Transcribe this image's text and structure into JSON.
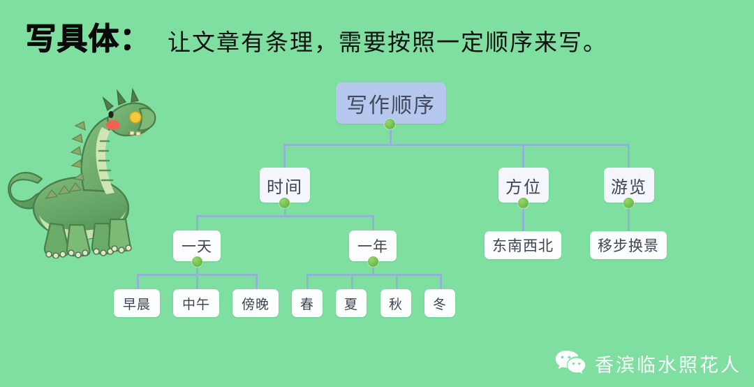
{
  "header": {
    "title": "写具体：",
    "subtitle": "让文章有条理，需要按照一定顺序来写。"
  },
  "colors": {
    "background": "#7fdfa0",
    "root_node": "#b7c8ee",
    "node": "#f7f9fc",
    "connector": "#8fb4d4",
    "dot": "#6dbf4b",
    "text": "#3c4452",
    "watermark_text": "#ffffff"
  },
  "mindmap": {
    "root": {
      "label": "写作顺序"
    },
    "level1": [
      {
        "label": "时间"
      },
      {
        "label": "方位"
      },
      {
        "label": "游览"
      }
    ],
    "time_children": [
      {
        "label": "一天"
      },
      {
        "label": "一年"
      }
    ],
    "day_children": [
      {
        "label": "早晨"
      },
      {
        "label": "中午"
      },
      {
        "label": "傍晚"
      }
    ],
    "year_children": [
      {
        "label": "春"
      },
      {
        "label": "夏"
      },
      {
        "label": "秋"
      },
      {
        "label": "冬"
      }
    ],
    "direction_children": [
      {
        "label": "东南西北"
      }
    ],
    "tour_children": [
      {
        "label": "移步换景"
      }
    ]
  },
  "illustration": {
    "name": "cartoon-dinosaur",
    "body_color": "#6aa86a",
    "belly_color": "#cfe6b4",
    "spike_color": "#4f7c4a",
    "cheek_color": "#ef6352",
    "nose_color": "#f5c93c"
  },
  "watermark": {
    "icon": "wechat-icon",
    "text": "香滨临水照花人"
  }
}
